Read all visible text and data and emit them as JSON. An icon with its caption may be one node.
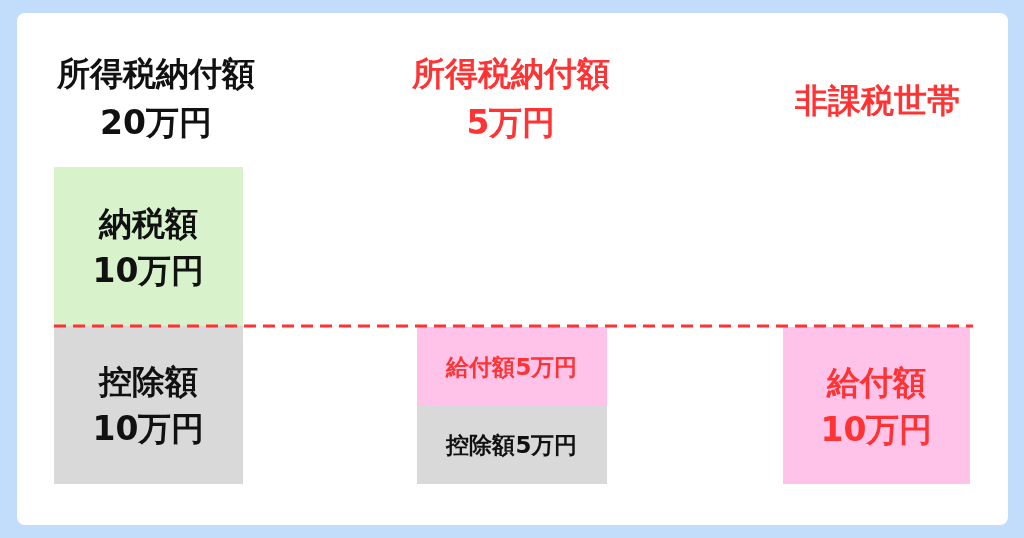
{
  "diagram": {
    "nodes": [
      {
        "text": [
          "納税額10万円"
        ]
      },
      {
        "text": [
          "控除額10万円"
        ]
      },
      {
        "text": [
          "給付額5万円"
        ]
      },
      {
        "text": [
          "控除額5万円"
        ]
      },
      {
        "text": [
          "給付額10万円"
        ]
      }
    ],
    "labels": [
      "所得税納付額20万円",
      "所得税納付額5万円",
      "非課税世帯"
    ]
  }
}
